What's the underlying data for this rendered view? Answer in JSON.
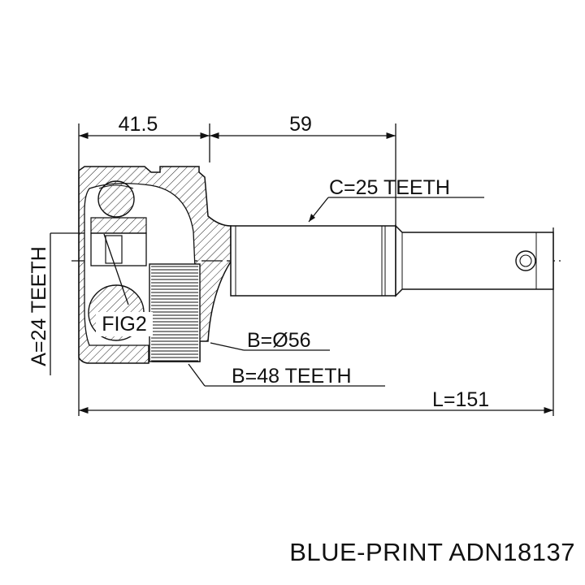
{
  "dimensions": {
    "dim_a": "41.5",
    "dim_b": "59",
    "spline_c": "C=25 TEETH",
    "spline_a": "A=24 TEETH",
    "diameter_b": "B=Ø56",
    "teeth_b": "B=48 TEETH",
    "length_l": "L=151",
    "figure_ref": "FIG2"
  },
  "part_label": "BLUE-PRINT ADN18137"
}
